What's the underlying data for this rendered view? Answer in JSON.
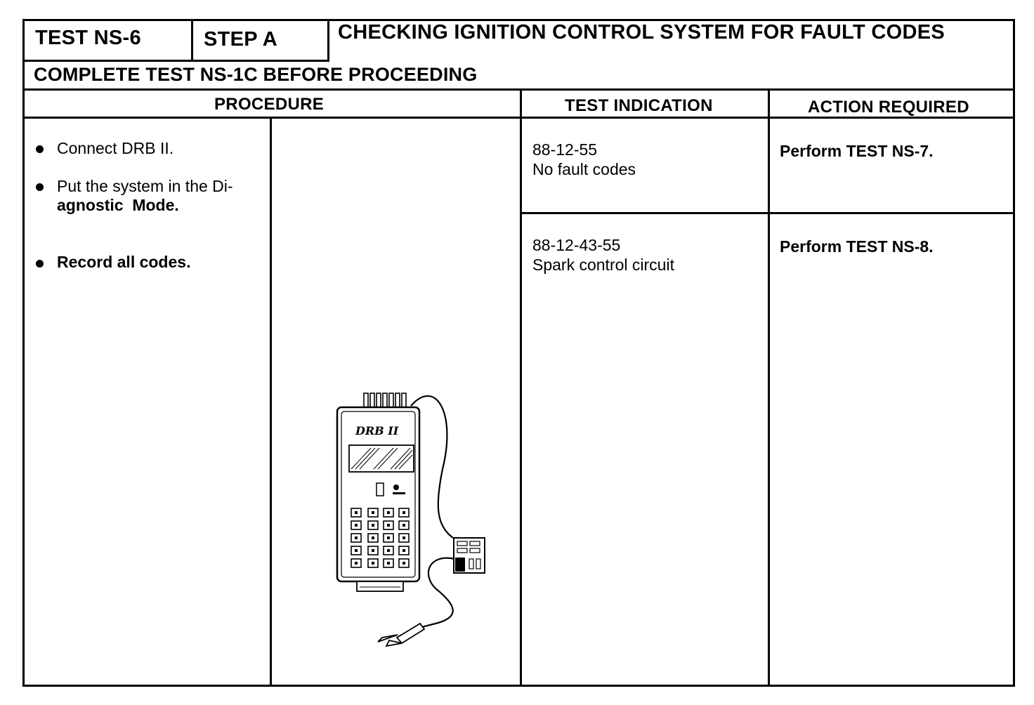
{
  "header": {
    "test": "TEST NS-6",
    "step": "STEP A",
    "title": "CHECKING IGNITION CONTROL SYSTEM FOR FAULT CODES",
    "prerequisite": "COMPLETE TEST NS-1C BEFORE PROCEEDING"
  },
  "columns": {
    "procedure": "PROCEDURE",
    "indication": "TEST INDICATION",
    "action": "ACTION REQUIRED"
  },
  "procedure": {
    "step1": "Connect DRB II.",
    "step2_line1": "Put the system in the Di-",
    "step2_line2": "agnostic  Mode.",
    "step3": "Record all codes."
  },
  "rows": [
    {
      "code": "88-12-55",
      "meaning": "No fault codes",
      "action": "Perform TEST NS-7."
    },
    {
      "code": "88-12-43-55",
      "meaning": "Spark control circuit",
      "action": "Perform TEST NS-8."
    }
  ],
  "illustration": {
    "device_label": "DRB II",
    "icon": "drb-ii-scan-tool-illustration"
  }
}
